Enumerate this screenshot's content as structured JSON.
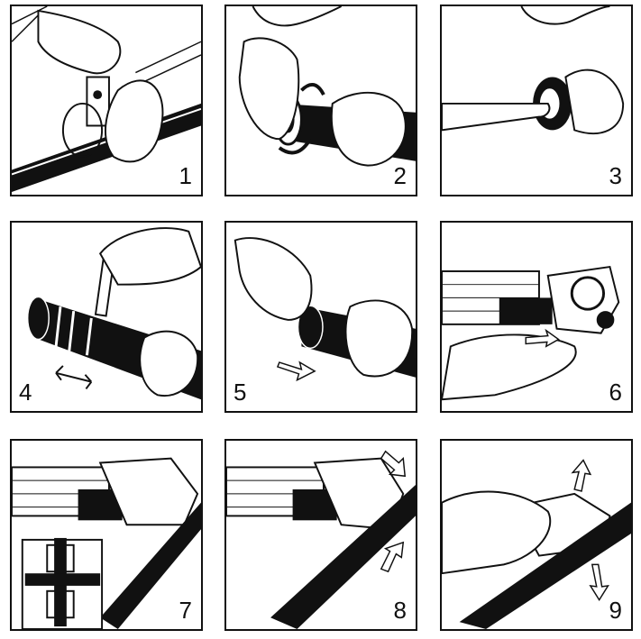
{
  "steps": [
    {
      "number": "1",
      "illustration": "cutting-pipe"
    },
    {
      "number": "2",
      "illustration": "deburring-pipe"
    },
    {
      "number": "3",
      "illustration": "checking-fitting"
    },
    {
      "number": "4",
      "illustration": "marking-insertion-depth"
    },
    {
      "number": "5",
      "illustration": "inserting-pipe"
    },
    {
      "number": "6",
      "illustration": "opening-press-jaw"
    },
    {
      "number": "7",
      "illustration": "positioning-press-tool"
    },
    {
      "number": "8",
      "illustration": "pressing-fitting"
    },
    {
      "number": "9",
      "illustration": "removing-press-tool"
    }
  ]
}
